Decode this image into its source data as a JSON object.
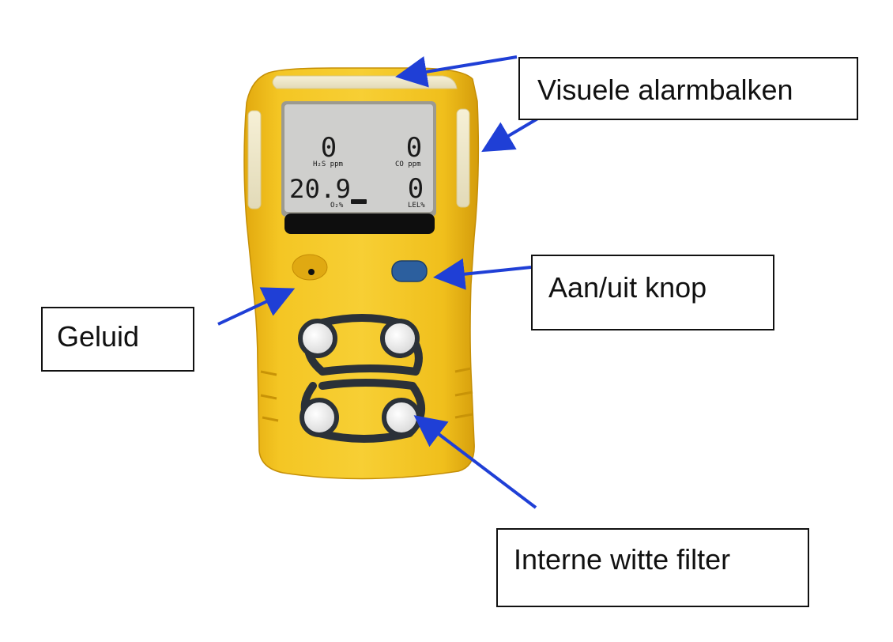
{
  "labels": {
    "visuele_alarmbalken": "Visuele alarmbalken",
    "aan_uit_knop": "Aan/uit knop",
    "geluid": "Geluid",
    "interne_witte_filter": "Interne witte filter"
  },
  "display": {
    "h2s_value": "0",
    "h2s_unit": "H₂S ppm",
    "co_value": "0",
    "co_unit": "CO ppm",
    "o2_value": "20.9",
    "o2_unit": "O₂%",
    "lel_value": "0",
    "lel_unit": "LEL%"
  },
  "colors": {
    "device_body": "#f2c21b",
    "arrow": "#1f3fd6",
    "lcd": "#cfcfcd",
    "button": "#2c5f9e"
  }
}
